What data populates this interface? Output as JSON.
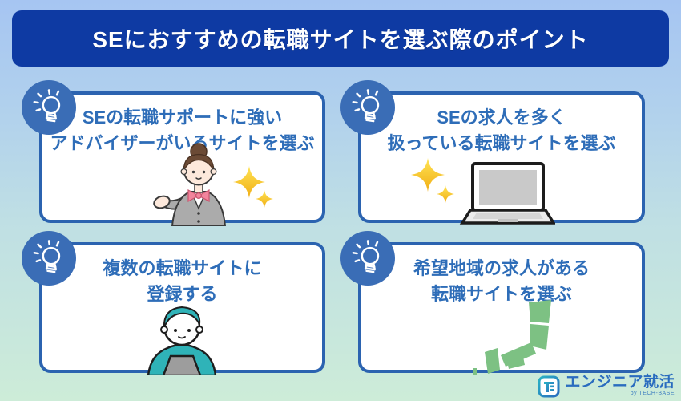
{
  "title": "SEにおすすめの転職サイトを選ぶ際のポイント",
  "cards": [
    {
      "line1": "SEの転職サポートに強い",
      "line2": "アドバイザーがいるサイトを選ぶ",
      "illustration": "female-advisor-with-sparkles"
    },
    {
      "line1": "SEの求人を多く",
      "line2": "扱っている転職サイトを選ぶ",
      "illustration": "laptop-with-sparkles"
    },
    {
      "line1": "複数の転職サイトに",
      "line2": "登録する",
      "illustration": "person-typing-on-laptop"
    },
    {
      "line1": "希望地域の求人がある",
      "line2": "転職サイトを選ぶ",
      "illustration": "japan-map"
    }
  ],
  "logo": {
    "name": "エンジニア就活",
    "byline": "by TECH-BASE"
  },
  "icons": [
    "lightbulb-icon",
    "sparkle-icon",
    "logo-te-icon"
  ],
  "colors": {
    "banner_bg": "#0e3aa3",
    "card_border": "#2b63b0",
    "card_text": "#2e6db8",
    "bulb_circle": "#3a6db6",
    "sparkle_gold": "#f5b81f",
    "map_green": "#7dc183",
    "logo_blue": "#2a6cbf",
    "bg_top": "#a6c5f2",
    "bg_bottom": "#cdecd8"
  }
}
